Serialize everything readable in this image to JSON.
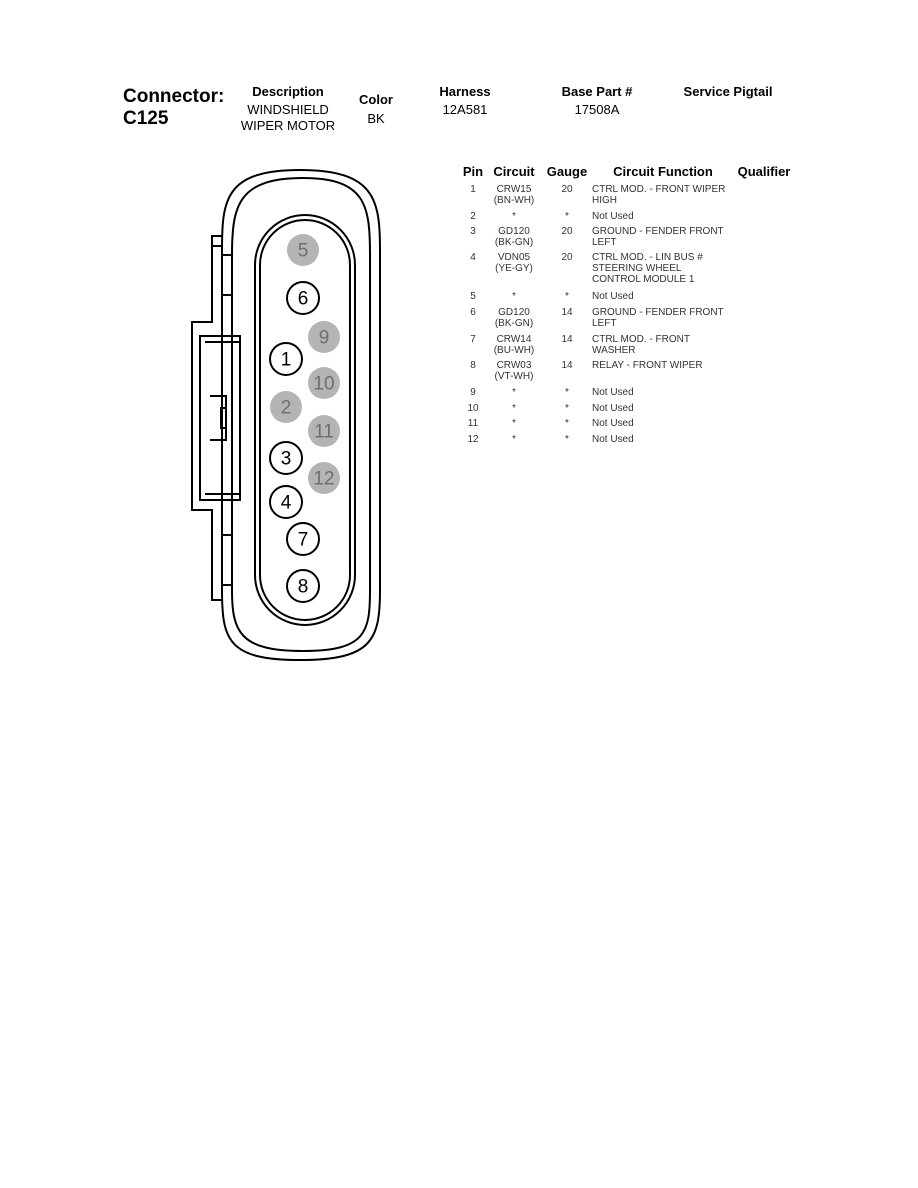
{
  "connector": {
    "label": "Connector:",
    "id": "C125",
    "description_header": "Description",
    "description_lines": [
      "WINDSHIELD",
      "WIPER MOTOR"
    ],
    "color_header": "Color",
    "color": "BK",
    "harness_header": "Harness",
    "harness": "12A581",
    "base_part_header": "Base Part #",
    "base_part": "17508A",
    "service_pigtail_header": "Service Pigtail"
  },
  "table": {
    "headers": [
      "Pin",
      "Circuit",
      "Gauge",
      "Circuit Function",
      "Qualifier"
    ],
    "rows": [
      {
        "pin": "1",
        "circuit": [
          "CRW15",
          "(BN-WH)"
        ],
        "gauge": "20",
        "function": [
          "CTRL MOD. - FRONT WIPER",
          "HIGH"
        ]
      },
      {
        "pin": "2",
        "circuit": [
          "*"
        ],
        "gauge": "*",
        "function": [
          "Not Used"
        ]
      },
      {
        "pin": "3",
        "circuit": [
          "GD120",
          "(BK-GN)"
        ],
        "gauge": "20",
        "function": [
          "GROUND - FENDER FRONT",
          "LEFT"
        ]
      },
      {
        "pin": "4",
        "circuit": [
          "VDN05",
          "(YE-GY)"
        ],
        "gauge": "20",
        "function": [
          "CTRL MOD. - LIN BUS #",
          "STEERING WHEEL",
          "CONTROL MODULE 1"
        ]
      },
      {
        "pin": "5",
        "circuit": [
          "*"
        ],
        "gauge": "*",
        "function": [
          "Not Used"
        ]
      },
      {
        "pin": "6",
        "circuit": [
          "GD120",
          "(BK-GN)"
        ],
        "gauge": "14",
        "function": [
          "GROUND - FENDER FRONT",
          "LEFT"
        ]
      },
      {
        "pin": "7",
        "circuit": [
          "CRW14",
          "(BU-WH)"
        ],
        "gauge": "14",
        "function": [
          "CTRL MOD. - FRONT",
          "WASHER"
        ]
      },
      {
        "pin": "8",
        "circuit": [
          "CRW03",
          "(VT-WH)"
        ],
        "gauge": "14",
        "function": [
          "RELAY - FRONT WIPER"
        ]
      },
      {
        "pin": "9",
        "circuit": [
          "*"
        ],
        "gauge": "*",
        "function": [
          "Not Used"
        ]
      },
      {
        "pin": "10",
        "circuit": [
          "*"
        ],
        "gauge": "*",
        "function": [
          "Not Used"
        ]
      },
      {
        "pin": "11",
        "circuit": [
          "*"
        ],
        "gauge": "*",
        "function": [
          "Not Used"
        ]
      },
      {
        "pin": "12",
        "circuit": [
          "*"
        ],
        "gauge": "*",
        "function": [
          "Not Used"
        ]
      }
    ]
  },
  "diagram": {
    "pins": [
      {
        "label": "5",
        "used": false
      },
      {
        "label": "6",
        "used": true
      },
      {
        "label": "9",
        "used": false
      },
      {
        "label": "1",
        "used": true
      },
      {
        "label": "10",
        "used": false
      },
      {
        "label": "2",
        "used": false
      },
      {
        "label": "11",
        "used": false
      },
      {
        "label": "3",
        "used": true
      },
      {
        "label": "12",
        "used": false
      },
      {
        "label": "4",
        "used": true
      },
      {
        "label": "7",
        "used": true
      },
      {
        "label": "8",
        "used": true
      }
    ],
    "used_color": "#ffffff",
    "unused_color": "#b4b4b4",
    "unused_text_color": "#6e6e6e"
  }
}
